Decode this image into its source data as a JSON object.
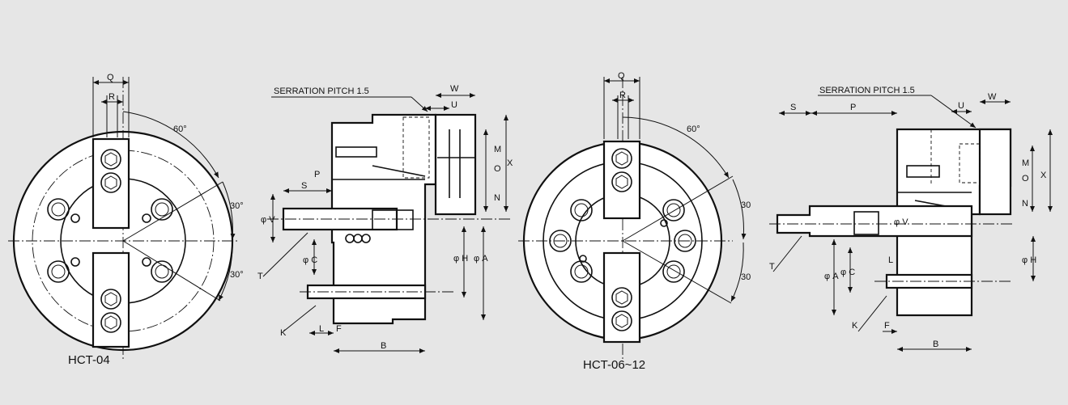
{
  "drawings": {
    "hct04": {
      "caption": "HCT-04",
      "front": {
        "angle_top": "60°",
        "angle_mid": "30°",
        "angle_bot": "30°",
        "dim_q": "Q",
        "dim_r": "R"
      },
      "side": {
        "serration": "SERRATION PITCH 1.5",
        "W": "W",
        "U": "U",
        "M": "M",
        "O": "O",
        "X": "X",
        "N": "N",
        "P": "P",
        "S": "S",
        "V": "φ V",
        "C": "φ C",
        "H": "φ H",
        "A": "φ A",
        "T": "T",
        "K": "K",
        "L": "L",
        "F": "F",
        "B": "B"
      }
    },
    "hct06": {
      "caption": "HCT-06~12",
      "front": {
        "angle_top": "60°",
        "angle_mid": "30",
        "angle_bot": "30",
        "dim_q": "Q",
        "dim_r": "R"
      },
      "side": {
        "serration": "SERRATION PITCH 1.5",
        "W": "W",
        "U": "U",
        "M": "M",
        "O": "O",
        "X": "X",
        "N": "N",
        "P": "P",
        "S": "S",
        "V": "φ V",
        "C": "φ C",
        "H": "φ H",
        "A": "φ A",
        "T": "T",
        "K": "K",
        "L": "L",
        "F": "F",
        "B": "B"
      }
    }
  }
}
